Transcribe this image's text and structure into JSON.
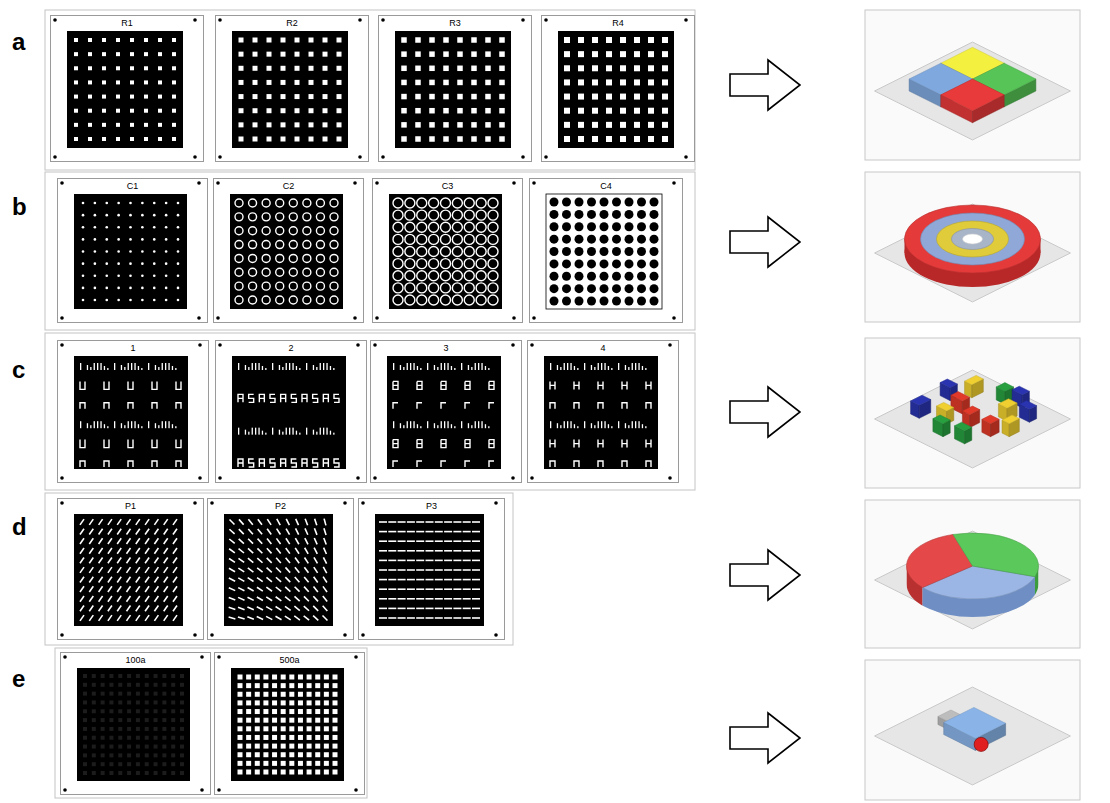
{
  "diagram": {
    "nodes": [
      {
        "text": [
          "R1"
        ]
      },
      {
        "text": [
          "R2"
        ]
      },
      {
        "text": [
          "R3"
        ]
      },
      {
        "text": [
          "R4"
        ]
      },
      {
        "text": [
          "C1"
        ]
      },
      {
        "text": [
          "C2"
        ]
      },
      {
        "text": [
          "C3"
        ]
      },
      {
        "text": [
          "C4"
        ]
      },
      {
        "text": [
          "1"
        ]
      },
      {
        "text": [
          "2"
        ]
      },
      {
        "text": [
          "3"
        ]
      },
      {
        "text": [
          "4"
        ]
      },
      {
        "text": [
          "P1"
        ]
      },
      {
        "text": [
          "P2"
        ]
      },
      {
        "text": [
          "P3"
        ]
      },
      {
        "text": [
          "100a"
        ]
      },
      {
        "text": [
          "500a"
        ]
      }
    ],
    "labels": [
      "a",
      "b",
      "c",
      "d",
      "e"
    ]
  }
}
